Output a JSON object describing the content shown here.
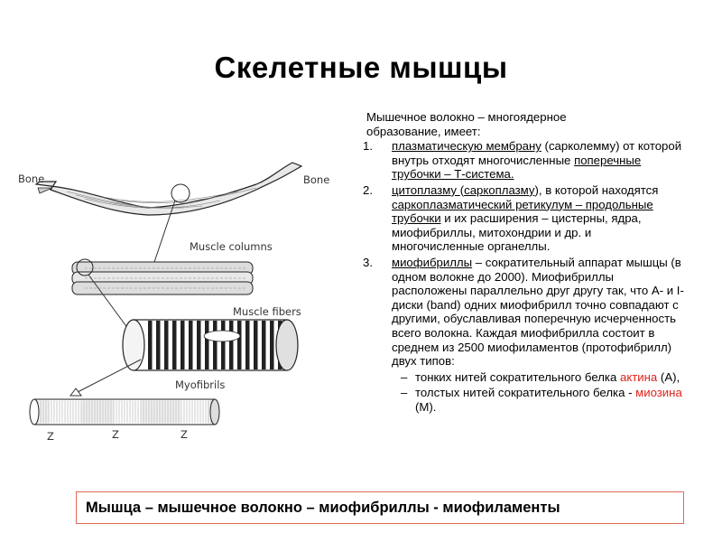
{
  "title": "Скелетные мышцы",
  "diagram": {
    "labels": {
      "bone_left": "Bone",
      "bone_right": "Bone",
      "muscle_columns": "Muscle columns",
      "muscle_fibers": "Muscle fibers",
      "myofibrils": "Myofibrils",
      "z1": "Z",
      "z2": "Z",
      "z3": "Z"
    }
  },
  "text": {
    "intro_1": "Мышечное волокно – многоядерное",
    "intro_2": "образование, имеет:",
    "item1": {
      "num": "1.",
      "u1": "плазматическую мембрану",
      "t1": "(сарколемму) от которой внутрь отходят многочисленные ",
      "u2": "поперечные трубочки – Т-система."
    },
    "item2": {
      "num": "2.",
      "u1": "цитоплазму ",
      "t1": "(",
      "u2": "саркоплазму",
      "t2": "), в которой находятся ",
      "u3": "саркоплазматический ретикулум – продольные трубочки",
      "t3": " и их расширения – цистерны, ядра, миофибриллы, митохондрии и др. и многочисленные органеллы."
    },
    "item3": {
      "num": "3.",
      "u1": "миофибриллы",
      "t1": " – сократительный аппарат мышцы (в одном волокне до 2000). Миофибриллы расположены параллельно друг другу так, что А- и I-диски (band) одних миофибрилл точно совпадают с другими, обуславливая поперечную исчерченность всего волокна. Каждая миофибрилла состоит в среднем из 2500 миофиламентов (протофибрилл) двух типов:",
      "sub1": {
        "dash": "–",
        "t1": "тонких нитей сократительного белка ",
        "red": "актина",
        "t2": " (А),"
      },
      "sub2": {
        "dash": "–",
        "t1": "толстых нитей сократительного белка - ",
        "red": "миозина",
        "t2": " (М)."
      }
    }
  },
  "footer": "Мышца – мышечное волокно – миофибриллы - миофиламенты",
  "colors": {
    "accent_red": "#e0201a",
    "footer_border": "#e06a5a"
  }
}
